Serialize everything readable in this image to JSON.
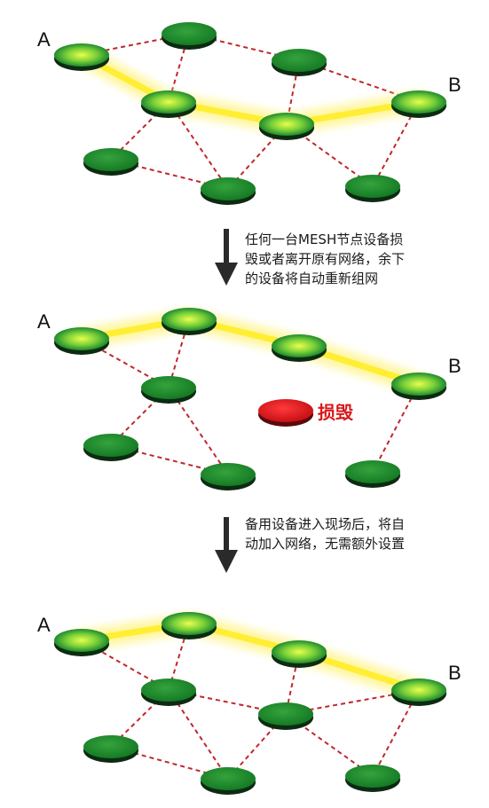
{
  "colors": {
    "node_green": "#1e8a2e",
    "node_light": "#7cc94a",
    "node_rim": "#0d2b12",
    "link_red": "#c0272d",
    "path_yellow": "#ffee33",
    "failed_red": "#e41f23",
    "arrow_dark": "#2a2a2a"
  },
  "labels": {
    "a": "A",
    "b": "B"
  },
  "steps": [
    {
      "caption_lines": [
        "任何一台MESH节点设备损",
        "毁或者离开原有网络，余下",
        "的设备将自动重新组网"
      ]
    },
    {
      "caption_lines": [
        "备用设备进入现场后，将自",
        "动加入网络，无需额外设置"
      ]
    }
  ],
  "failed_node": {
    "label": "损毁"
  }
}
